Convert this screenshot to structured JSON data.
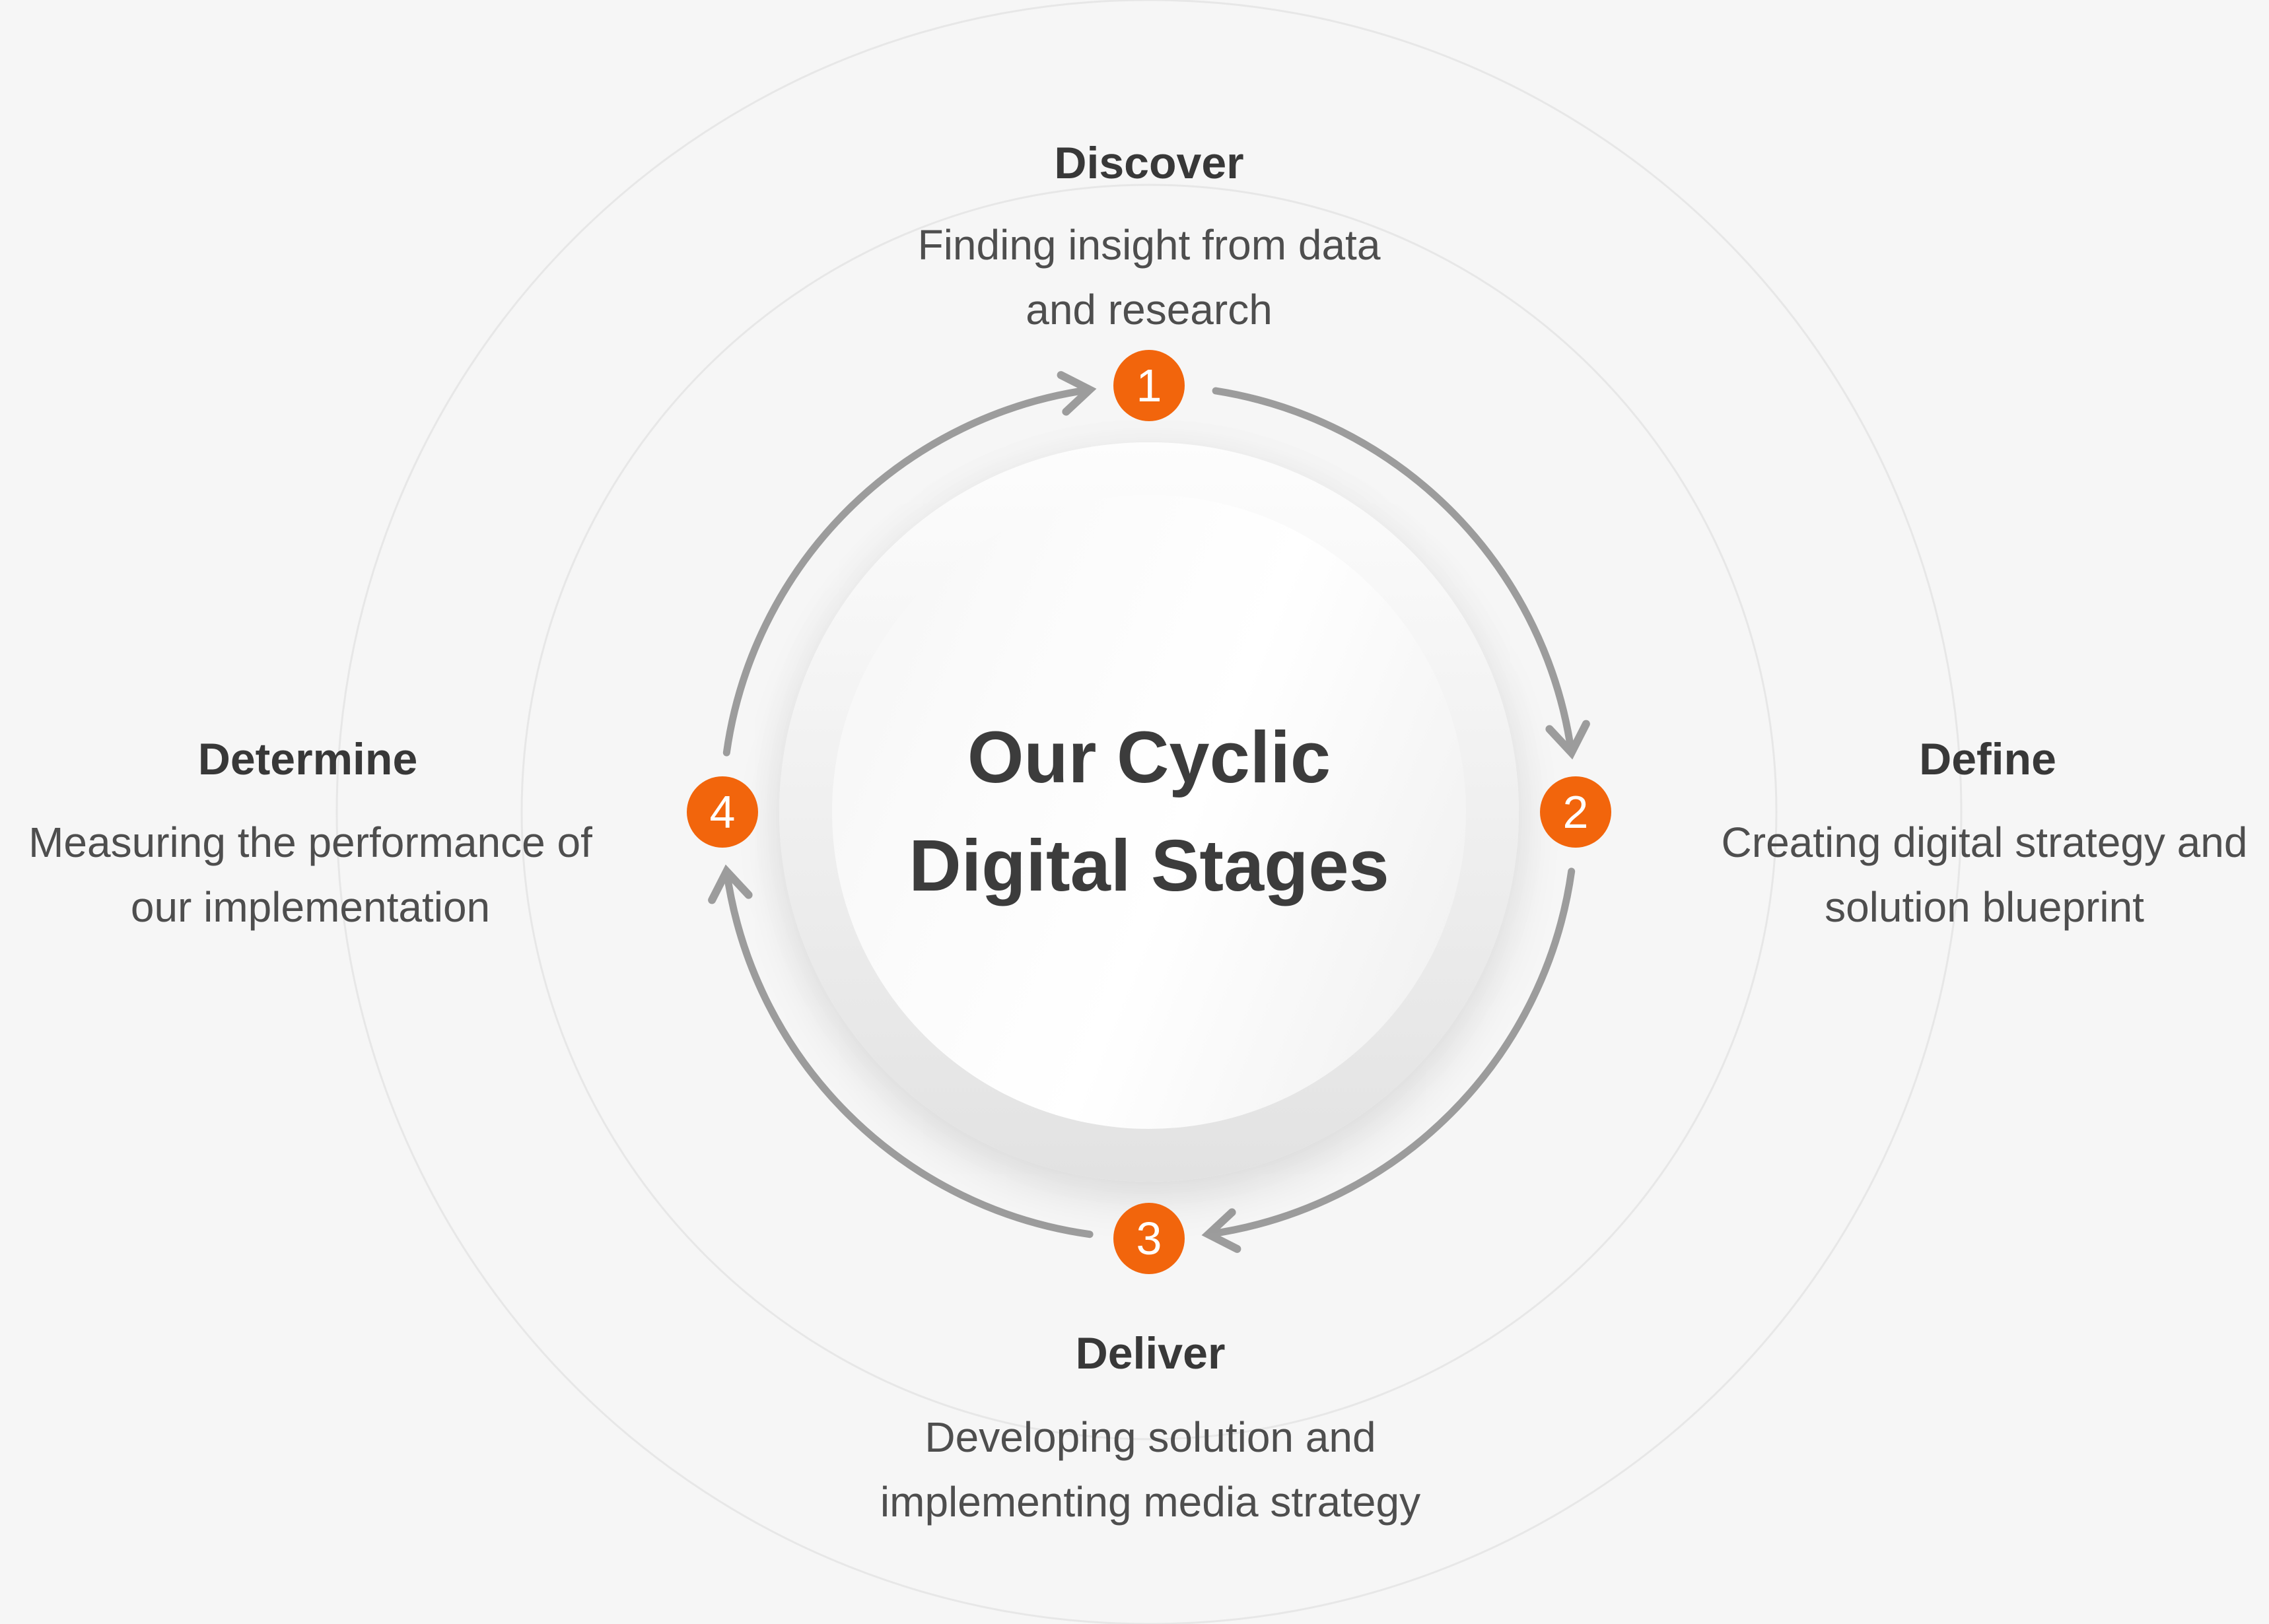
{
  "title": {
    "line1": "Our Cyclic",
    "line2": "Digital Stages"
  },
  "stages": [
    {
      "number": "1",
      "name": "Discover",
      "description_line1": "Finding insight from data",
      "description_line2": "and research",
      "position": "top"
    },
    {
      "number": "2",
      "name": "Define",
      "description_line1": "Creating digital strategy and",
      "description_line2": "solution blueprint",
      "position": "right"
    },
    {
      "number": "3",
      "name": "Deliver",
      "description_line1": "Developing solution and",
      "description_line2": "implementing media strategy",
      "position": "bottom"
    },
    {
      "number": "4",
      "name": "Determine",
      "description_line1": "Measuring the performance of",
      "description_line2": "our implementation",
      "position": "left"
    }
  ],
  "flow": {
    "direction": "clockwise",
    "order": [
      "Discover",
      "Define",
      "Deliver",
      "Determine"
    ]
  },
  "colors": {
    "background": "#f6f6f6",
    "accent_orange": "#f2650c",
    "arrow_gray": "#9c9c9c",
    "ring_gray": "#e7e7e7",
    "heading_text": "#383838",
    "description_text": "#4e4e4e",
    "title_text": "#3c3c3c",
    "badge_number_text": "#ffffff"
  }
}
